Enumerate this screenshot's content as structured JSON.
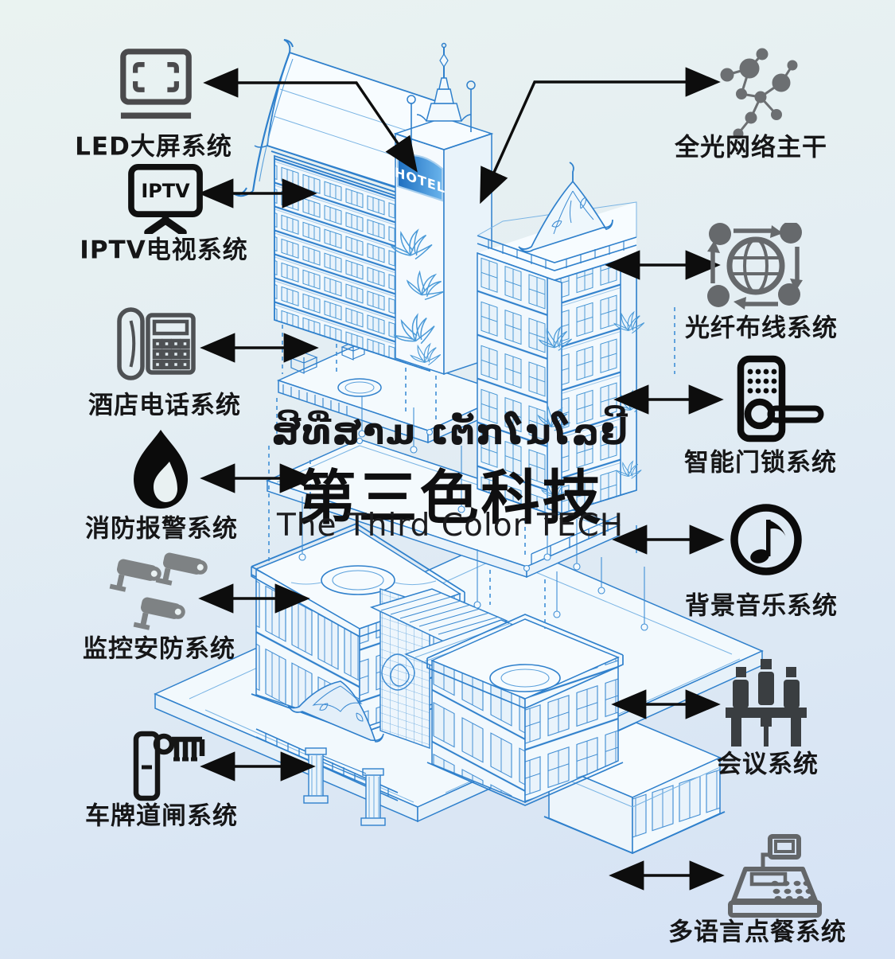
{
  "watermark": {
    "lao": "ສີທີ່ສາມ ເຕັກໂນໂລຢີ",
    "chinese": "第三色科技",
    "english": "The Third Color TECH"
  },
  "building": {
    "hotel_sign": "HOTEL",
    "iptv_screen_text": "IPTV"
  },
  "systems_left": [
    {
      "id": "led-screen",
      "label": "LED大屏系统",
      "icon": "led-screen-icon"
    },
    {
      "id": "iptv",
      "label": "IPTV电视系统",
      "icon": "iptv-tv-icon"
    },
    {
      "id": "hotel-phone",
      "label": "酒店电话系统",
      "icon": "telephone-icon"
    },
    {
      "id": "fire-alarm",
      "label": "消防报警系统",
      "icon": "flame-icon"
    },
    {
      "id": "cctv-security",
      "label": "监控安防系统",
      "icon": "cctv-cameras-icon"
    },
    {
      "id": "plate-barrier",
      "label": "车牌道闸系统",
      "icon": "barrier-gate-icon"
    }
  ],
  "systems_right": [
    {
      "id": "optical-backbone",
      "label": "全光网络主干",
      "icon": "network-nodes-icon"
    },
    {
      "id": "fiber-cabling",
      "label": "光纤布线系统",
      "icon": "fiber-globe-icon"
    },
    {
      "id": "smart-door-lock",
      "label": "智能门锁系统",
      "icon": "door-lock-icon"
    },
    {
      "id": "background-music",
      "label": "背景音乐系统",
      "icon": "music-note-icon"
    },
    {
      "id": "conference",
      "label": "会议系统",
      "icon": "meeting-table-icon"
    },
    {
      "id": "multilingual-ordering",
      "label": "多语言点餐系统",
      "icon": "cash-register-icon"
    }
  ],
  "colors": {
    "background_top": "#eaf3f1",
    "background_bottom": "#d5e2f5",
    "blueprint_line": "#2f80cc",
    "arrow": "#0d0d0d",
    "hotel_sign_blue": "#1e6fc0",
    "icon_gray": "#6c6f72",
    "icon_black": "#0d0d0d"
  }
}
